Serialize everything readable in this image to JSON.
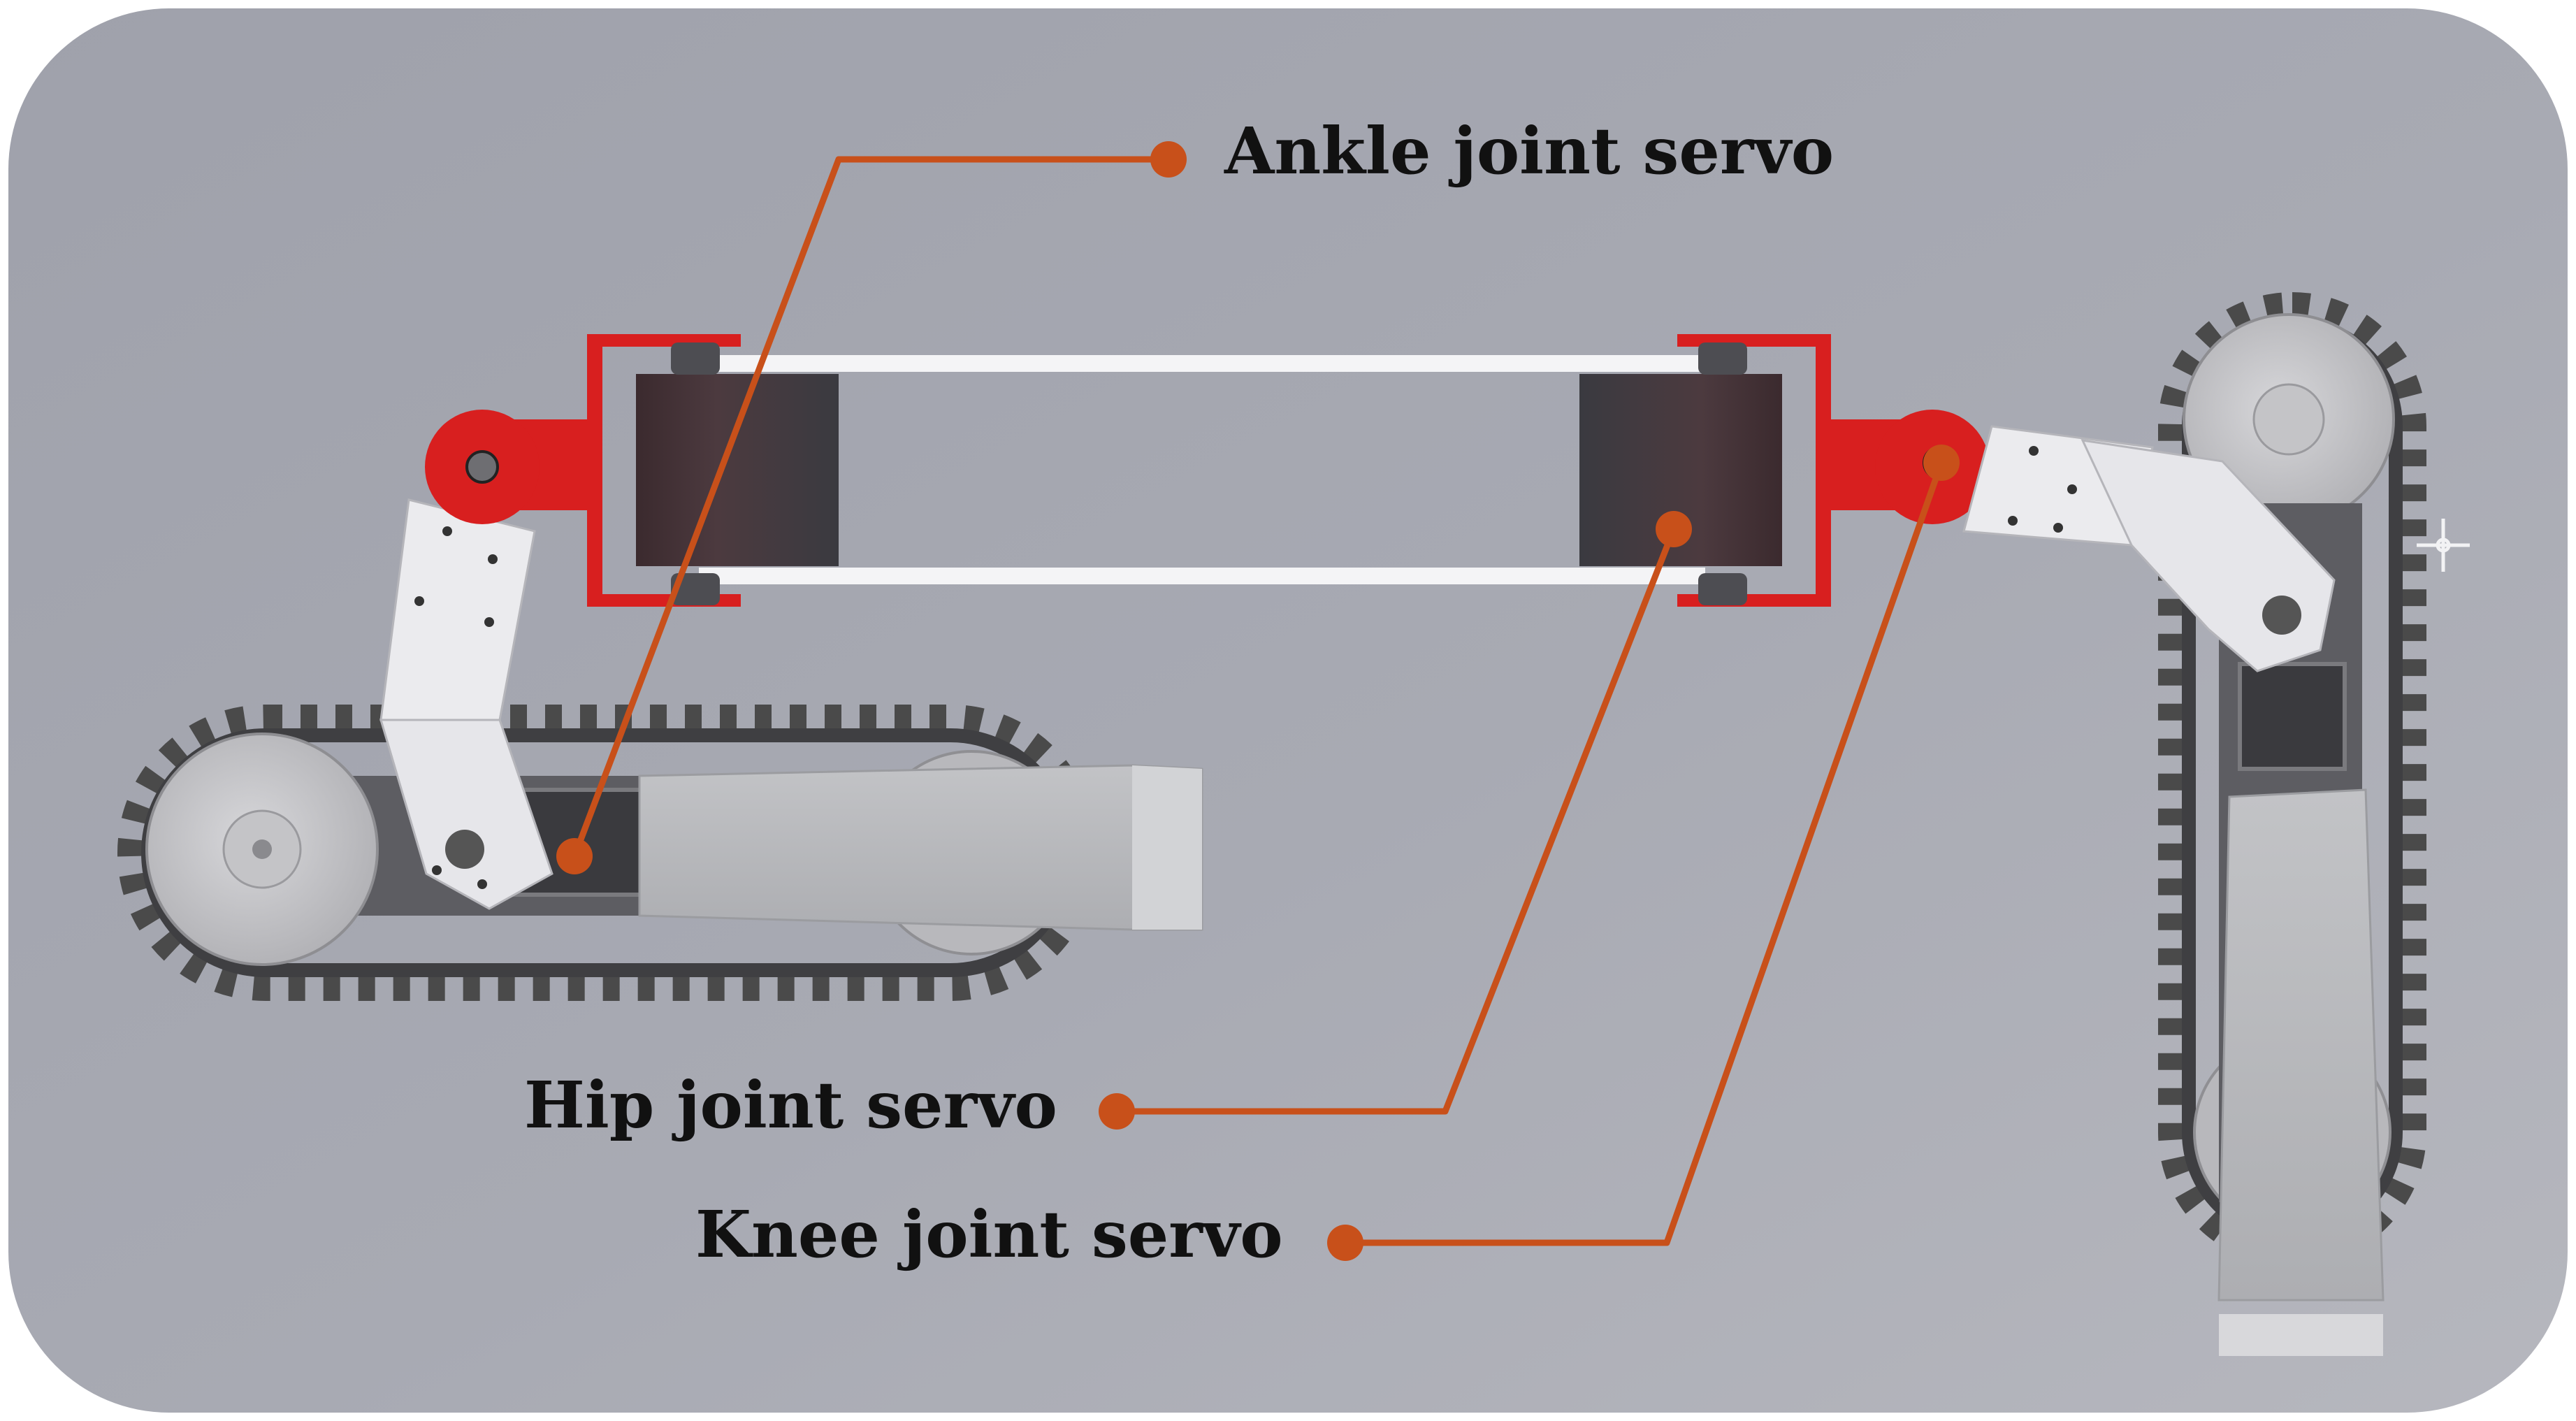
{
  "labels": {
    "ankle": "Ankle joint servo",
    "hip": "Hip joint servo",
    "knee": "Knee joint servo"
  },
  "icons": {
    "cursor": "move-crosshair-icon"
  },
  "colors": {
    "background_panel": "#a5a7b0",
    "servo_bracket_red": "#d81f1f",
    "leader_line": "#c8501a",
    "track": "#4a4a4a",
    "leg_white": "#ebebee",
    "sprocket": "#c9c9cc"
  }
}
